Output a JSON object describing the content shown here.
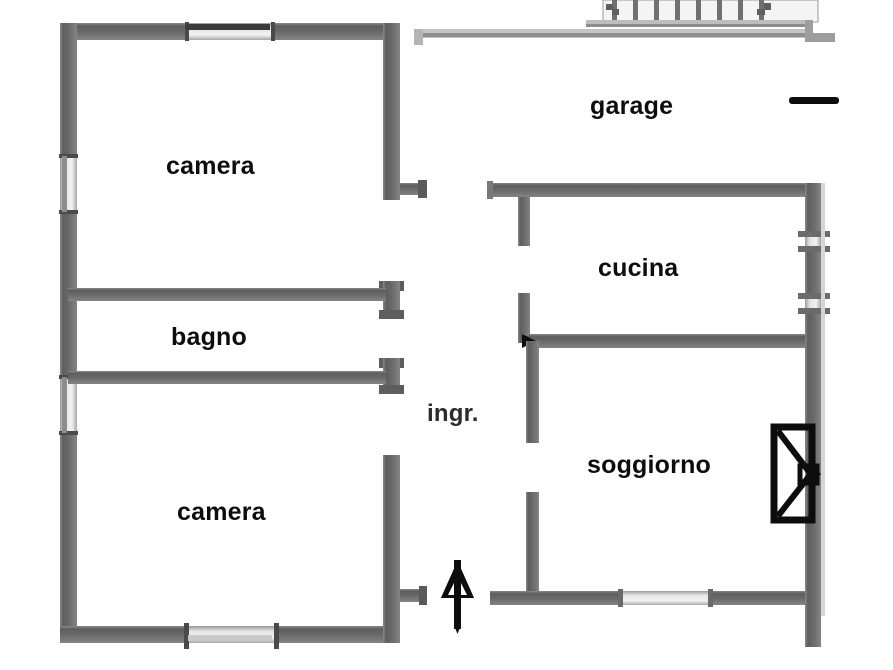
{
  "document": {
    "type": "floor-plan",
    "language": "it",
    "title": "planimetria"
  },
  "rooms": [
    {
      "id": "camera-top",
      "label": "camera"
    },
    {
      "id": "bagno",
      "label": "bagno"
    },
    {
      "id": "camera-bot",
      "label": "camera"
    },
    {
      "id": "ingresso",
      "label": "ingr."
    },
    {
      "id": "garage",
      "label": "garage"
    },
    {
      "id": "cucina",
      "label": "cucina"
    },
    {
      "id": "soggiorno",
      "label": "soggiorno"
    }
  ],
  "symbols": [
    {
      "id": "north-arrow",
      "name": "north-arrow",
      "description": "arrow pointing up"
    },
    {
      "id": "scale-bar",
      "name": "scale-bar",
      "description": "solid horizontal bar"
    },
    {
      "id": "staircase",
      "name": "staircase",
      "description": "stair treads at top edge"
    },
    {
      "id": "window-swing",
      "name": "window-swing",
      "description": "double casement window swing on right wall of soggiorno"
    },
    {
      "id": "door-swing-cucina",
      "name": "door-swing",
      "description": "small door leaf at cucina south-west corner"
    }
  ],
  "colors": {
    "wall_dark": "#5a5a5a",
    "wall_mid": "#6f6f6f",
    "wall_light": "#c9c9c9",
    "opening_fill": "#e8e8e8",
    "ink": "#0d0d0d",
    "background": "#ffffff"
  }
}
